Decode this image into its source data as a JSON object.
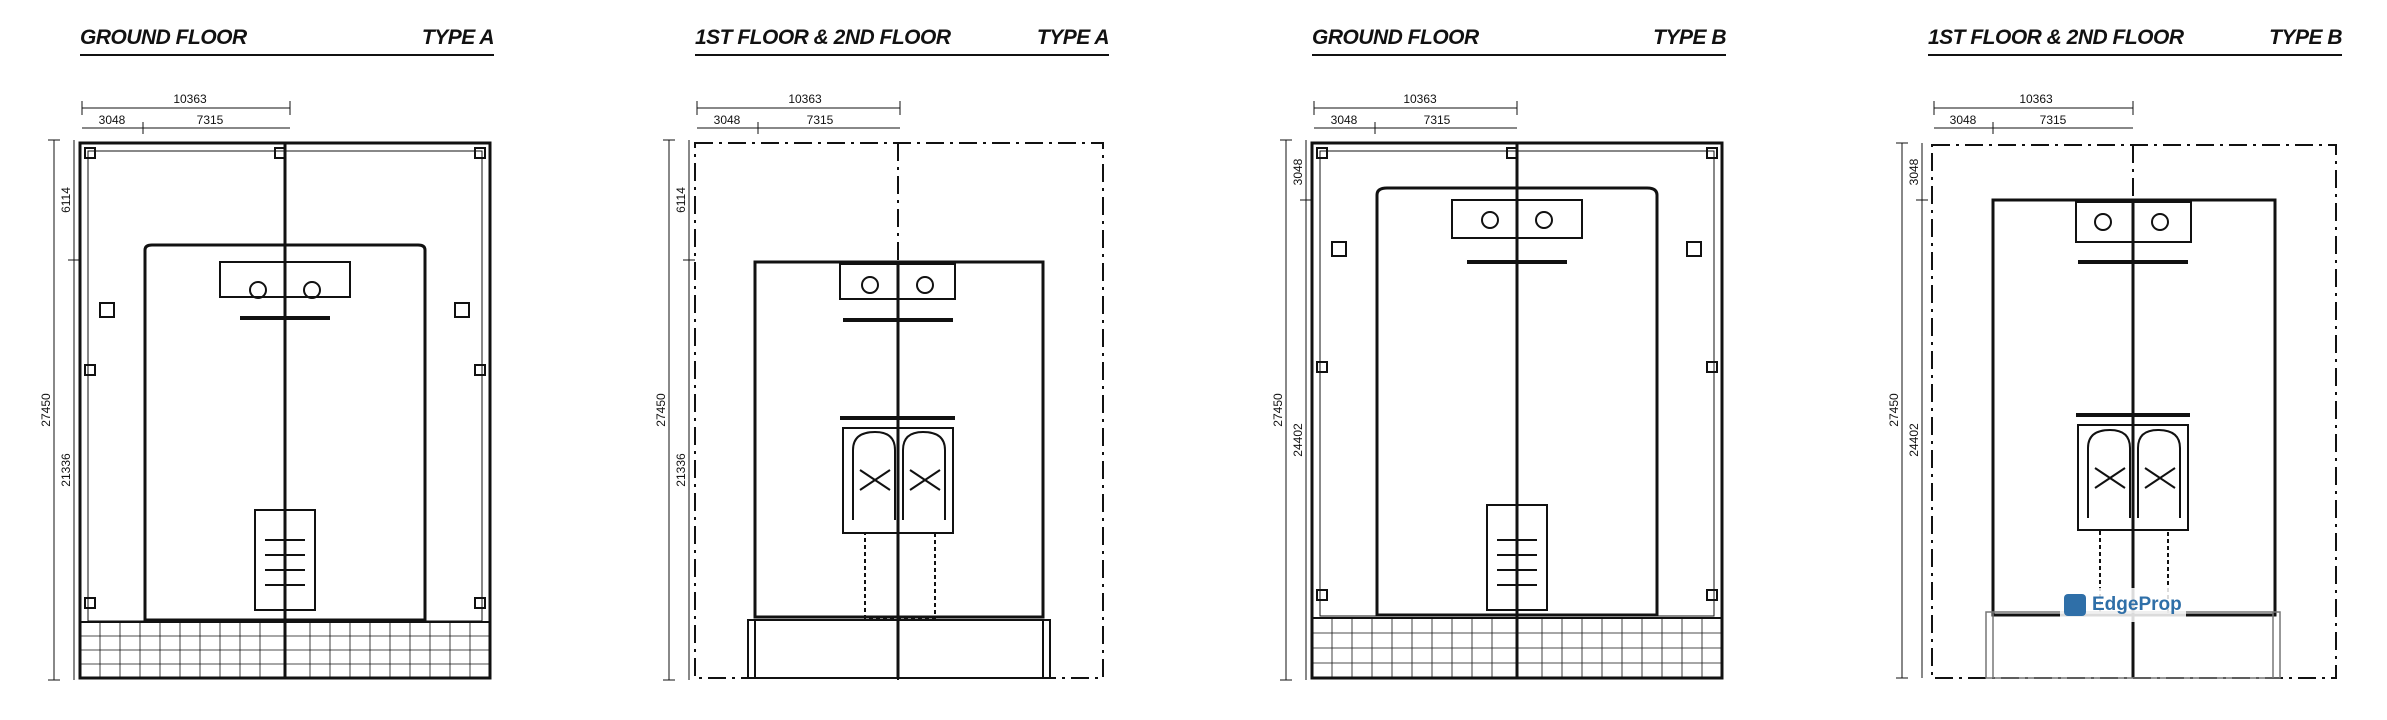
{
  "plans": [
    {
      "title": "GROUND FLOOR",
      "type": "TYPE A",
      "dims": {
        "width_total": "10363",
        "width_left": "3048",
        "width_right": "7315",
        "height_total": "27450",
        "height_top": "6114",
        "height_bottom": "21336"
      }
    },
    {
      "title": "1ST FLOOR & 2ND FLOOR",
      "type": "TYPE A",
      "dims": {
        "width_total": "10363",
        "width_left": "3048",
        "width_right": "7315",
        "height_total": "27450",
        "height_top": "6114",
        "height_bottom": "21336"
      }
    },
    {
      "title": "GROUND FLOOR",
      "type": "TYPE B",
      "dims": {
        "width_total": "10363",
        "width_left": "3048",
        "width_right": "7315",
        "height_total": "27450",
        "height_top": "3048",
        "height_bottom": "24402"
      }
    },
    {
      "title": "1ST FLOOR & 2ND FLOOR",
      "type": "TYPE B",
      "dims": {
        "width_total": "10363",
        "width_left": "3048",
        "width_right": "7315",
        "height_total": "27450",
        "height_top": "3048",
        "height_bottom": "24402"
      }
    }
  ],
  "watermark": {
    "text": "EdgeProp",
    "icon": "edgeprop-logo-icon",
    "color": "#2f6fa8"
  }
}
